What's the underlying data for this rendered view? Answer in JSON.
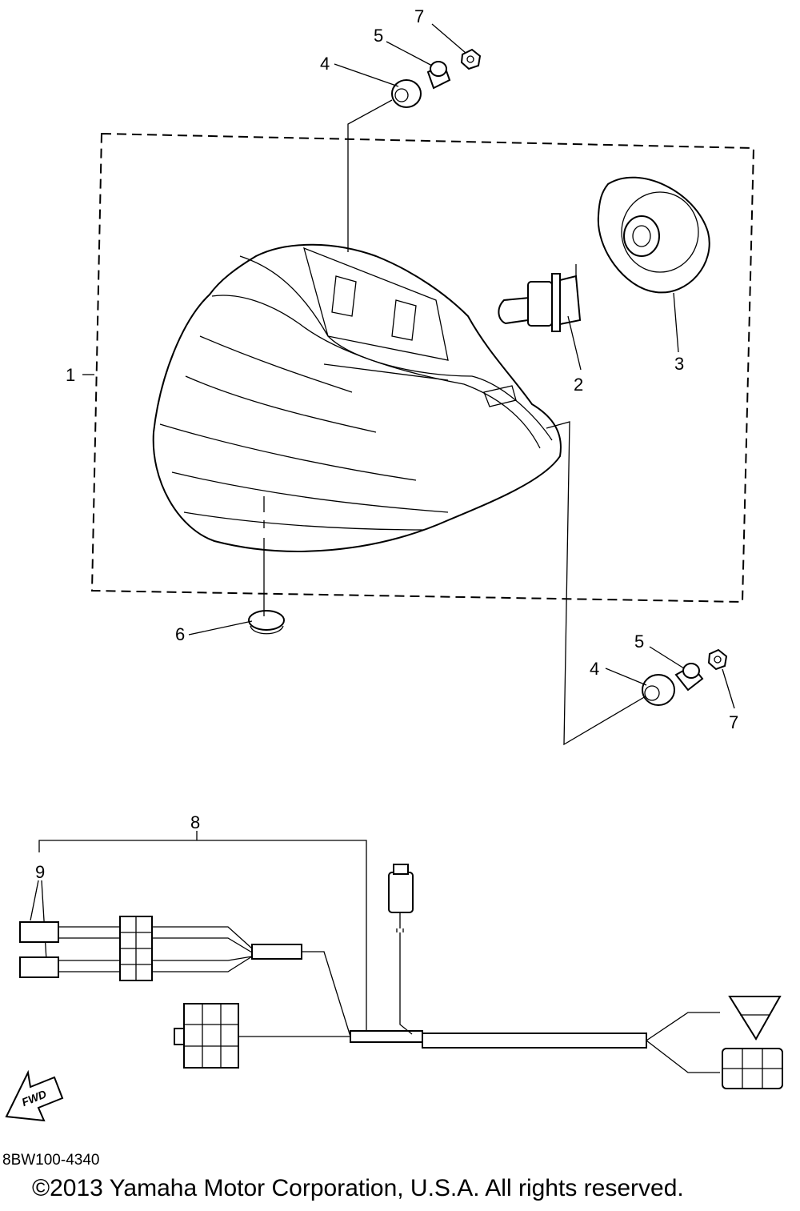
{
  "diagram": {
    "callouts": {
      "c1": "1",
      "c2": "2",
      "c3": "3",
      "c4a": "4",
      "c5a": "5",
      "c7a": "7",
      "c6": "6",
      "c4b": "4",
      "c5b": "5",
      "c7b": "7",
      "c8": "8",
      "c9": "9"
    },
    "fwd_arrow_label": "FWD",
    "diagram_code": "8BW100-4340",
    "copyright": "©2013 Yamaha Motor Corporation, U.S.A. All rights reserved."
  }
}
